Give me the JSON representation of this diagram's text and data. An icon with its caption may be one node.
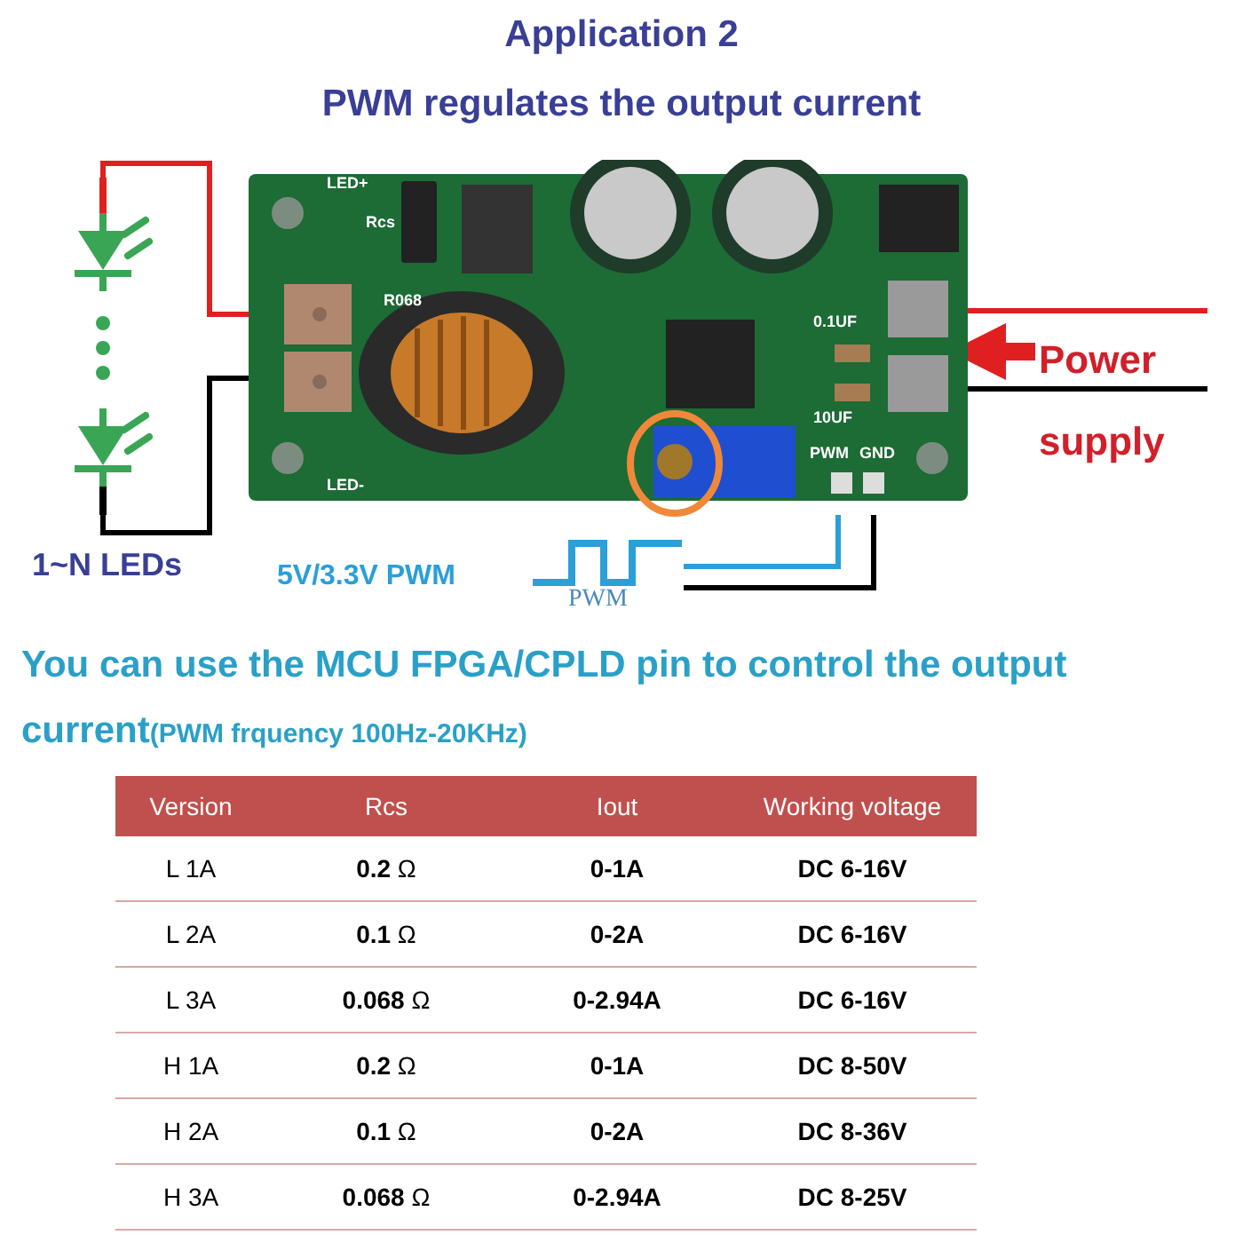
{
  "diagram": {
    "title": "Application 2",
    "nodes": [
      {
        "text": [],
        "shape": "picture"
      },
      {
        "text": [
          "LED+",
          "Rcs",
          "R068",
          "LED-",
          "0.1UF",
          "10UF",
          "PWM",
          "GND"
        ]
      },
      {
        "text": [
          "Power supply"
        ]
      },
      {
        "text": [
          "5V/3.3V PWM",
          "PWM"
        ]
      }
    ],
    "edges": [
      {
        "from": 0,
        "to": 1,
        "arrow": "none",
        "color": "#e02020"
      },
      {
        "from": 0,
        "to": 1,
        "arrow": "none",
        "color": "#000000"
      },
      {
        "from": 1,
        "to": null,
        "arrow": "none",
        "color": "#e02020"
      },
      {
        "from": 1,
        "to": null,
        "arrow": "none",
        "color": "#000000"
      },
      {
        "from": 2,
        "to": 1,
        "arrow": "to",
        "style": "thick",
        "color": "#e02020"
      },
      {
        "from": 3,
        "to": 1,
        "arrow": "none",
        "color": "#2a9fd8"
      },
      {
        "from": 3,
        "to": 1,
        "arrow": "none",
        "color": "#000000"
      }
    ],
    "labels": [
      "PWM regulates the output current",
      "1~N LEDs",
      "You can use the MCU FPGA/CPLD pin to control the output current",
      "(PWM frquency 100Hz-20KHz)",
      "Version",
      "Rcs",
      "Iout",
      "Working voltage",
      "L 1A",
      "**0.2** Ω",
      "0-1A",
      "DC 6-16V",
      "L 2A",
      "**0.1** Ω",
      "0-2A",
      "DC 6-16V",
      "L 3A",
      "**0.068** Ω",
      "0-2.94A",
      "DC 6-16V",
      "H 1A",
      "**0.2** Ω",
      "0-1A",
      "DC 8-50V",
      "H 2A",
      "**0.1** Ω",
      "0-2A",
      "DC 8-36V",
      "H 3A",
      "**0.068** Ω",
      "0-2.94A",
      "DC 8-25V"
    ]
  }
}
